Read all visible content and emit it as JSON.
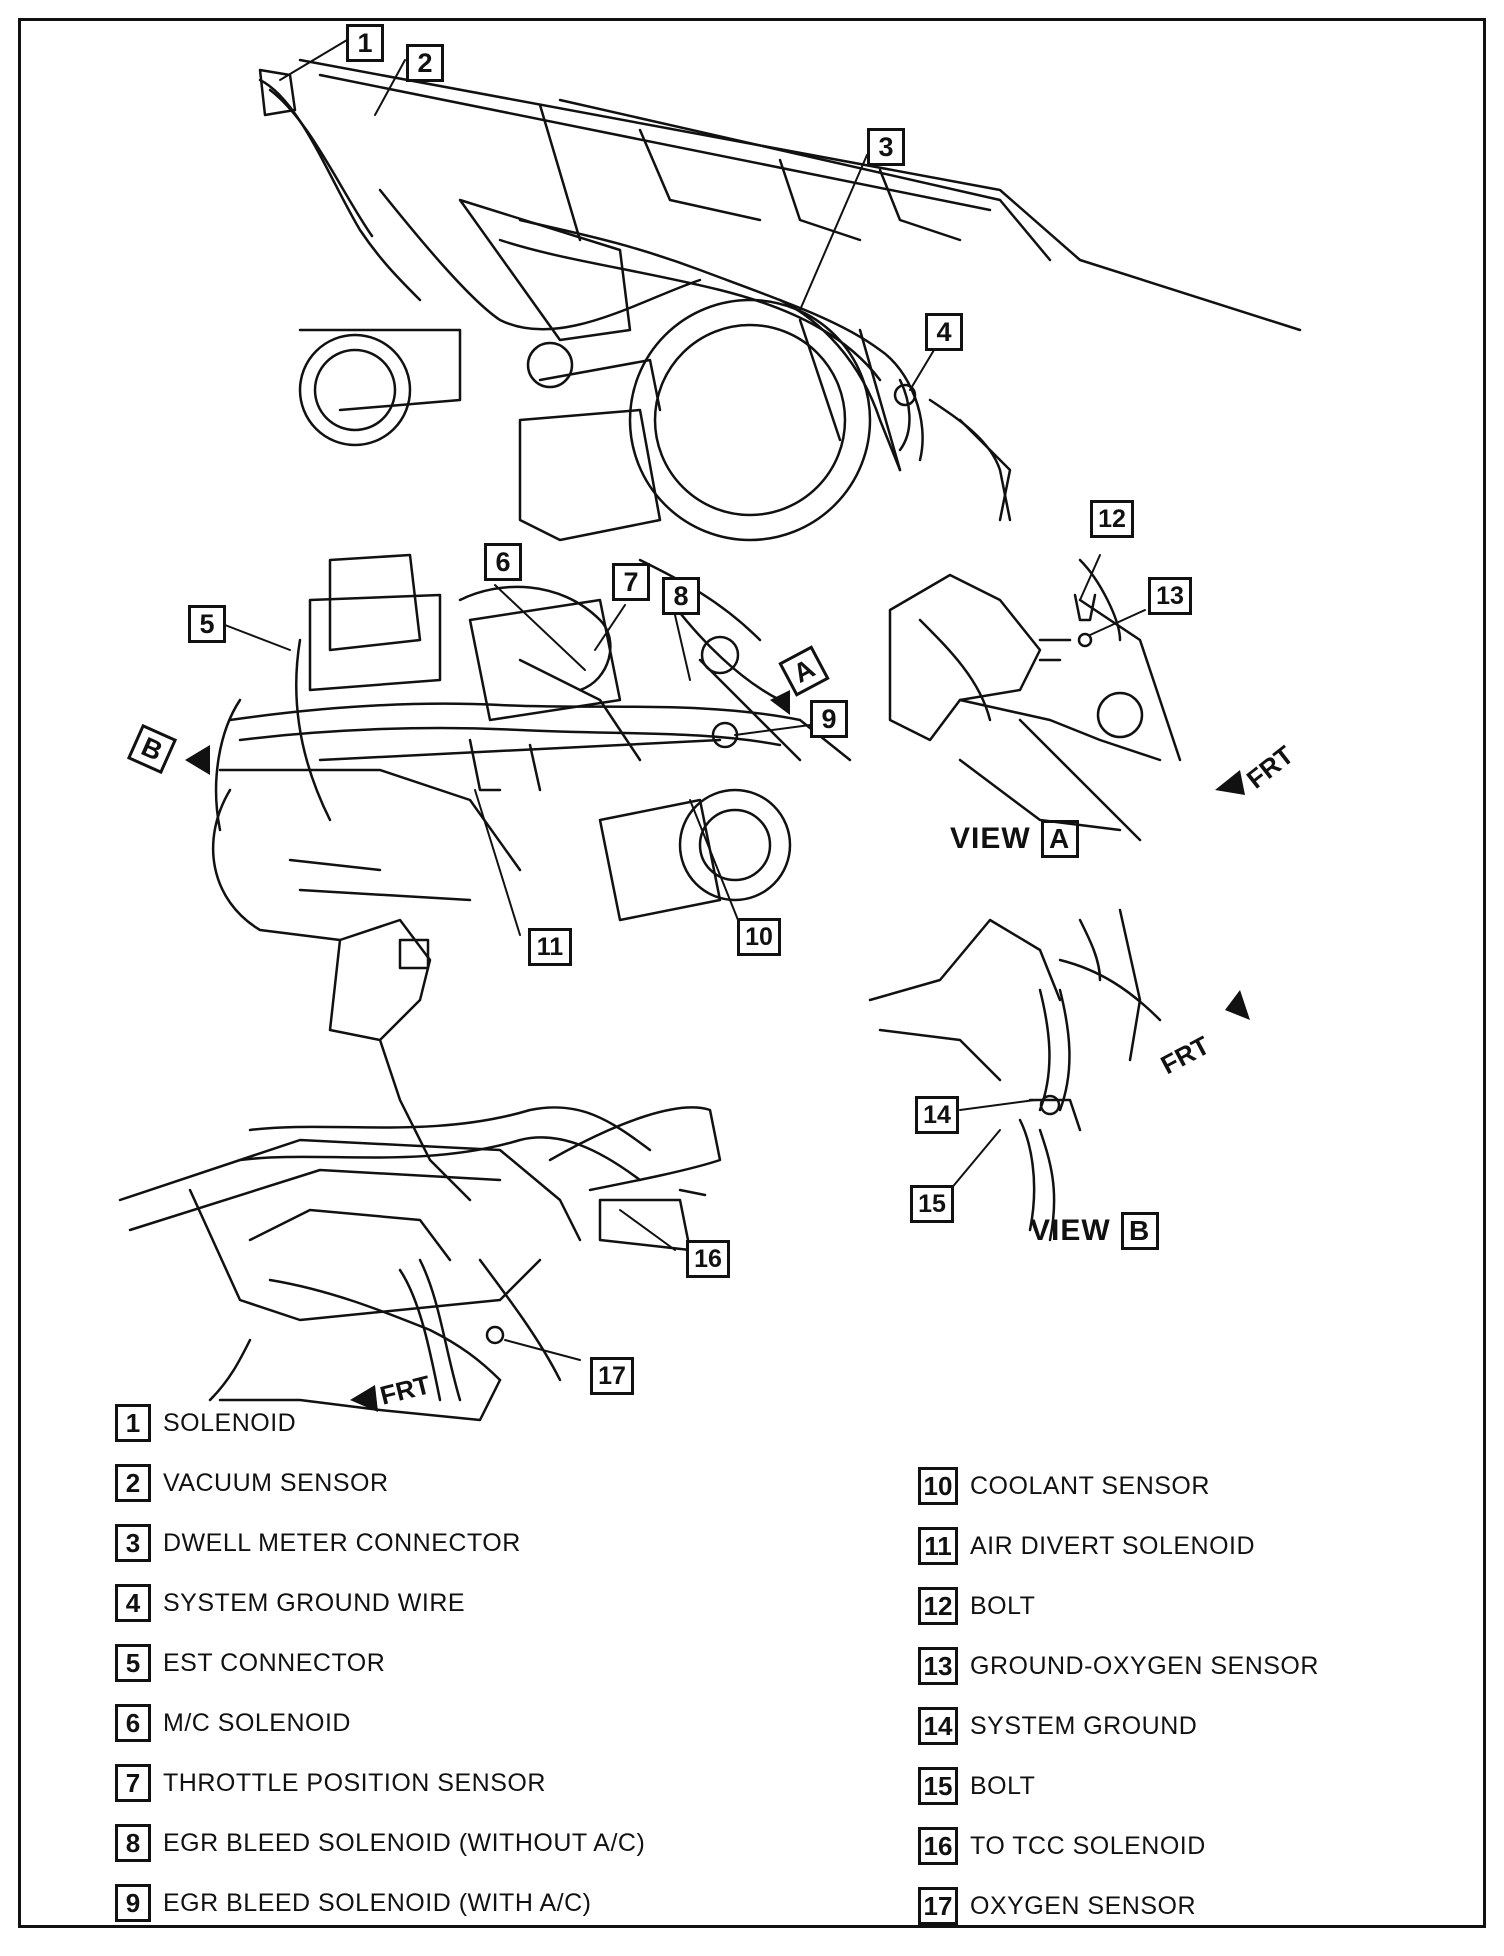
{
  "callouts": [
    "1",
    "2",
    "3",
    "4",
    "5",
    "6",
    "7",
    "8",
    "9",
    "10",
    "11",
    "12",
    "13",
    "14",
    "15",
    "16",
    "17"
  ],
  "views": {
    "a": {
      "prefix": "VIEW",
      "letter": "A"
    },
    "b": {
      "prefix": "VIEW",
      "letter": "B"
    },
    "arrow_a": "A",
    "arrow_b": "B"
  },
  "frt_label": "FRT",
  "legend_left": [
    {
      "num": "1",
      "label": "SOLENOID"
    },
    {
      "num": "2",
      "label": "VACUUM SENSOR"
    },
    {
      "num": "3",
      "label": "DWELL METER CONNECTOR"
    },
    {
      "num": "4",
      "label": "SYSTEM GROUND WIRE"
    },
    {
      "num": "5",
      "label": "EST CONNECTOR"
    },
    {
      "num": "6",
      "label": "M/C SOLENOID"
    },
    {
      "num": "7",
      "label": "THROTTLE POSITION SENSOR"
    },
    {
      "num": "8",
      "label": "EGR BLEED SOLENOID (WITHOUT A/C)"
    },
    {
      "num": "9",
      "label": "EGR BLEED SOLENOID (WITH A/C)"
    }
  ],
  "legend_right": [
    {
      "num": "10",
      "label": "COOLANT SENSOR"
    },
    {
      "num": "11",
      "label": "AIR DIVERT SOLENOID"
    },
    {
      "num": "12",
      "label": "BOLT"
    },
    {
      "num": "13",
      "label": "GROUND-OXYGEN SENSOR"
    },
    {
      "num": "14",
      "label": "SYSTEM GROUND"
    },
    {
      "num": "15",
      "label": "BOLT"
    },
    {
      "num": "16",
      "label": "TO TCC SOLENOID"
    },
    {
      "num": "17",
      "label": "OXYGEN SENSOR"
    }
  ]
}
